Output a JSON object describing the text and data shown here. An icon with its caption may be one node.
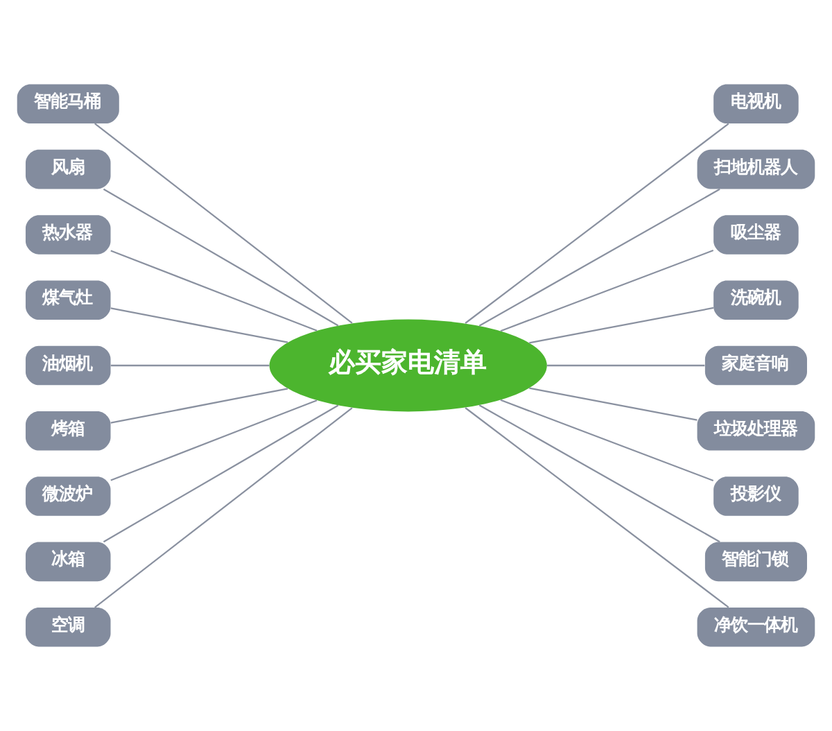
{
  "diagram": {
    "nodes": [
      {
        "text": [
          "必买家电清单"
        ]
      },
      {
        "text": [
          "智能马桶"
        ]
      },
      {
        "text": [
          "风扇"
        ]
      },
      {
        "text": [
          "热水器"
        ]
      },
      {
        "text": [
          "煤气灶"
        ]
      },
      {
        "text": [
          "油烟机"
        ]
      },
      {
        "text": [
          "烤箱"
        ]
      },
      {
        "text": [
          "微波炉"
        ]
      },
      {
        "text": [
          "冰箱"
        ]
      },
      {
        "text": [
          "空调"
        ]
      },
      {
        "text": [
          "电视机"
        ]
      },
      {
        "text": [
          "扫地机器人"
        ]
      },
      {
        "text": [
          "吸尘器"
        ]
      },
      {
        "text": [
          "洗碗机"
        ]
      },
      {
        "text": [
          "家庭音响"
        ]
      },
      {
        "text": [
          "垃圾处理器"
        ]
      },
      {
        "text": [
          "投影仪"
        ]
      },
      {
        "text": [
          "智能门锁"
        ]
      },
      {
        "text": [
          "净饮一体机"
        ]
      }
    ],
    "edges": [
      {
        "from": 1,
        "to": 0,
        "arrow": "none"
      },
      {
        "from": 2,
        "to": 0,
        "arrow": "none"
      },
      {
        "from": 3,
        "to": 0,
        "arrow": "none"
      },
      {
        "from": 4,
        "to": 0,
        "arrow": "none"
      },
      {
        "from": 5,
        "to": 0,
        "arrow": "none"
      },
      {
        "from": 6,
        "to": 0,
        "arrow": "none"
      },
      {
        "from": 7,
        "to": 0,
        "arrow": "none"
      },
      {
        "from": 8,
        "to": 0,
        "arrow": "none"
      },
      {
        "from": 9,
        "to": 0,
        "arrow": "none"
      },
      {
        "from": 0,
        "to": 10,
        "arrow": "none"
      },
      {
        "from": 0,
        "to": 11,
        "arrow": "none"
      },
      {
        "from": 0,
        "to": 12,
        "arrow": "none"
      },
      {
        "from": 0,
        "to": 13,
        "arrow": "none"
      },
      {
        "from": 0,
        "to": 14,
        "arrow": "none"
      },
      {
        "from": 0,
        "to": 15,
        "arrow": "none"
      },
      {
        "from": 0,
        "to": 16,
        "arrow": "none"
      },
      {
        "from": 0,
        "to": 17,
        "arrow": "none"
      },
      {
        "from": 0,
        "to": 18,
        "arrow": "none"
      }
    ]
  }
}
